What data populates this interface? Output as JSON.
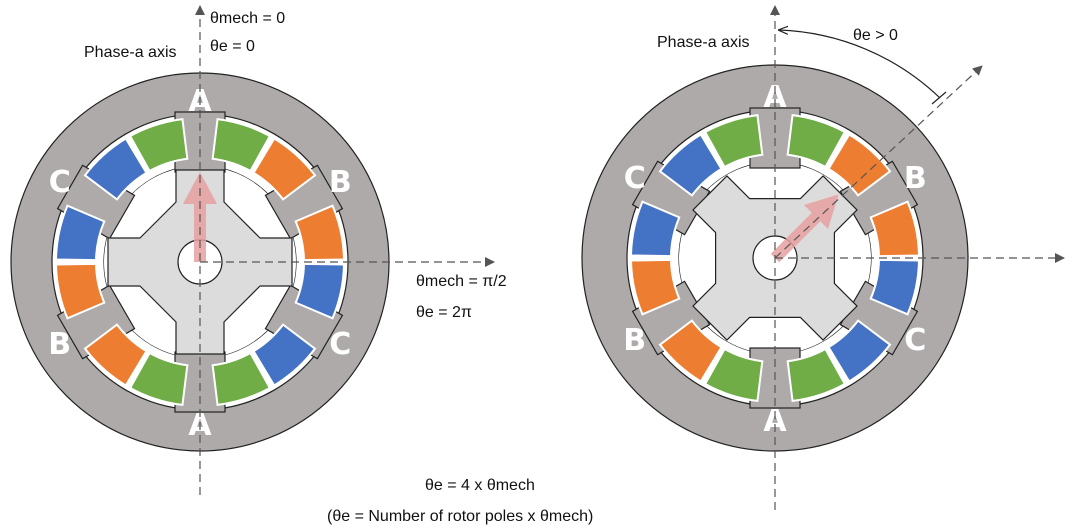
{
  "colors": {
    "stator": "#aeaaaa",
    "rotor": "#dcdcdc",
    "green": "#70ad47",
    "orange": "#ed7d31",
    "blue": "#4472c4",
    "arrow": "#e8a0a0"
  },
  "left": {
    "theta_mech": "θmech = 0",
    "theta_e": "θe = 0",
    "phase_axis": "Phase-a axis",
    "theta_mech_h": "θmech = π/2",
    "theta_e_h": "θe = 2π",
    "rotor_angle_deg": 0,
    "phases": {
      "a_top": "A",
      "a_bottom": "A",
      "b_upper": "B",
      "b_lower": "B",
      "c_upper": "C",
      "c_lower": "C"
    }
  },
  "right": {
    "phase_axis": "Phase-a axis",
    "theta_e": "θe > 0",
    "rotor_angle_deg": 45,
    "phases": {
      "a_top": "A",
      "a_bottom": "A",
      "b_upper": "B",
      "b_lower": "B",
      "c_upper": "C",
      "c_lower": "C"
    }
  },
  "footer": {
    "relation": "θe = 4 x θmech",
    "general": "(θe = Number of rotor poles x θmech)"
  }
}
